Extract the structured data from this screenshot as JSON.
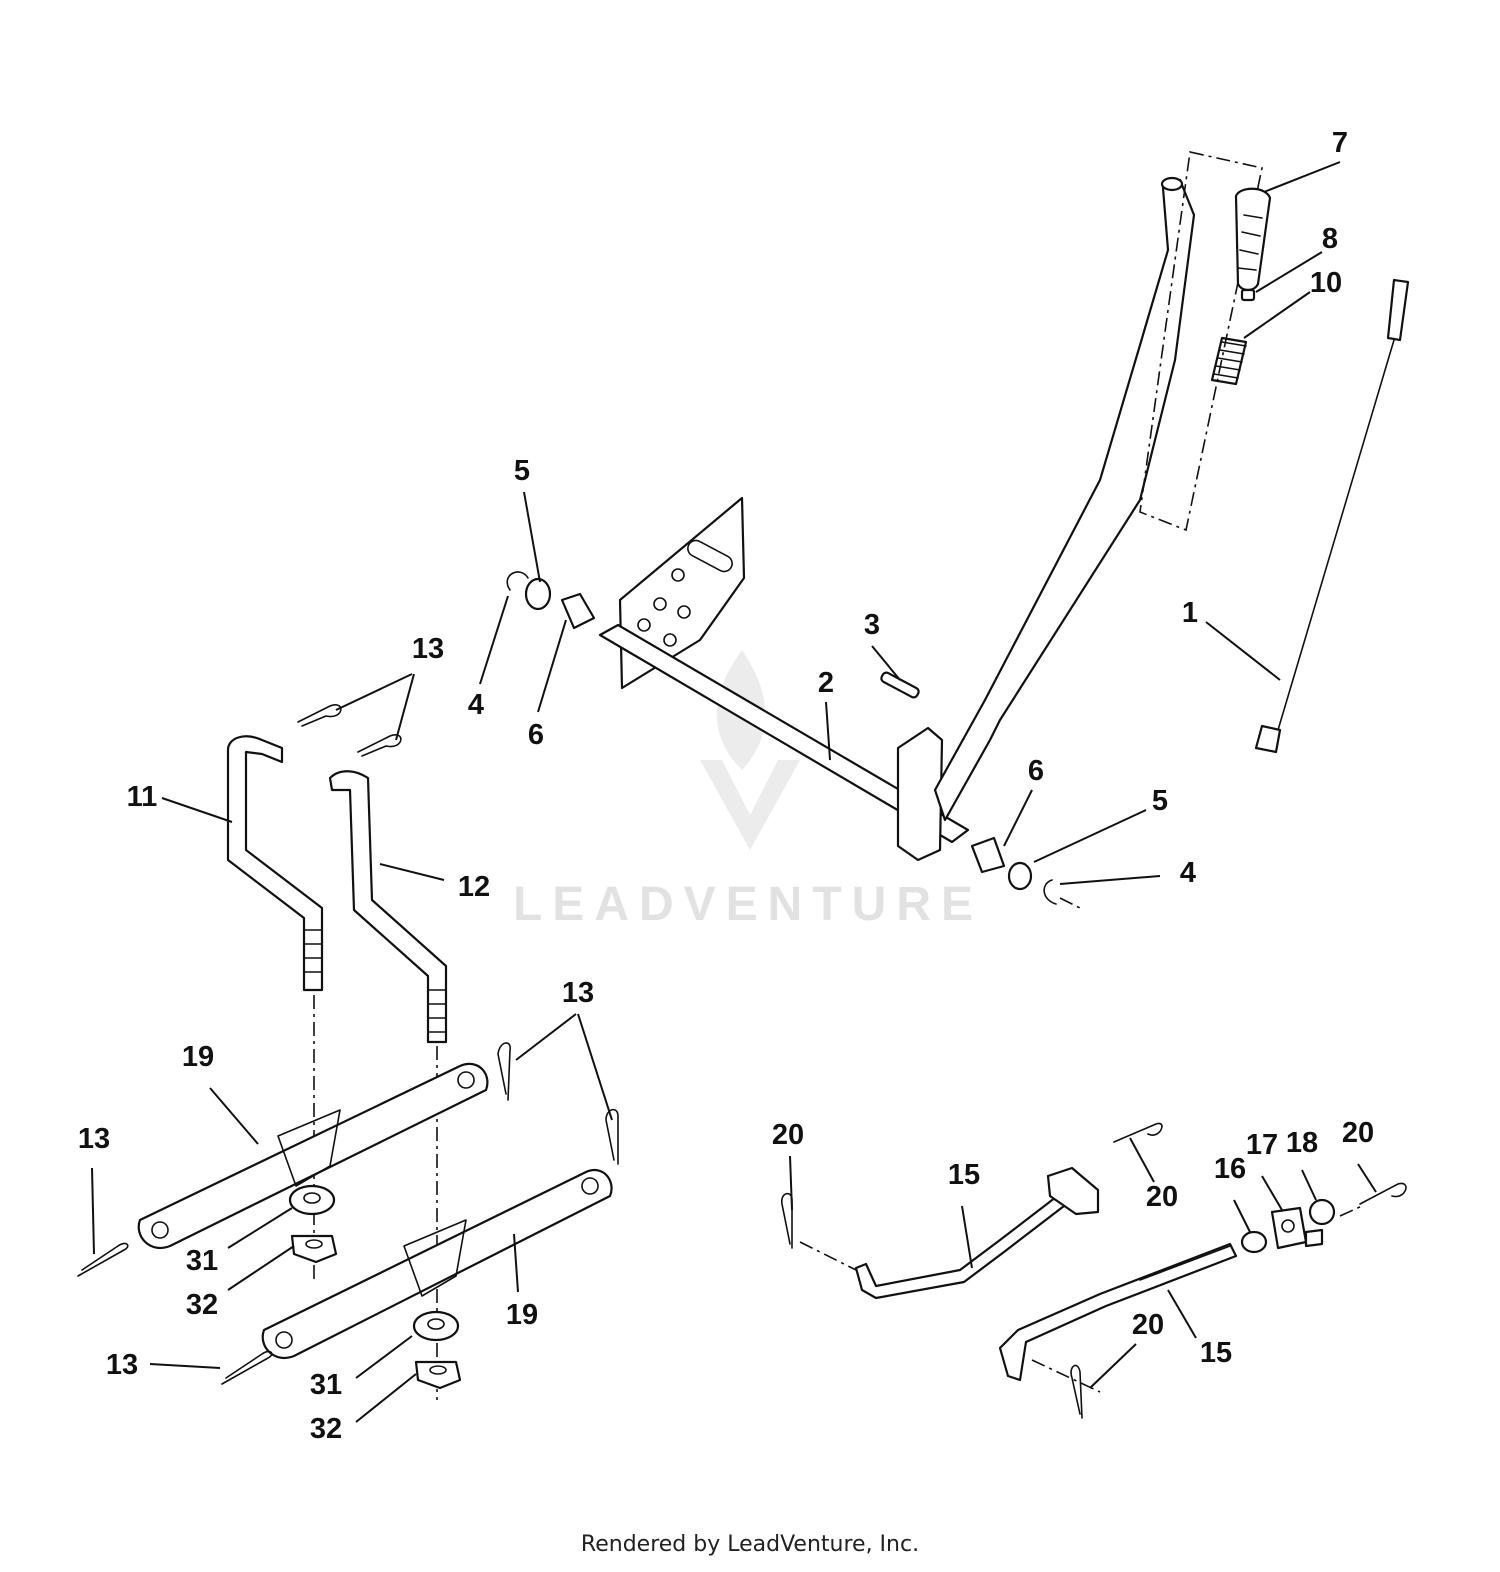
{
  "watermark": {
    "text": "LEADVENTURE",
    "logo_icon": "leadventure-flame-logo-icon"
  },
  "footer": {
    "rendered_by": "Rendered by LeadVenture, Inc."
  },
  "callouts": {
    "c1": "1",
    "c2": "2",
    "c3": "3",
    "c4a": "4",
    "c4b": "4",
    "c5a": "5",
    "c5b": "5",
    "c6a": "6",
    "c6b": "6",
    "c7": "7",
    "c8": "8",
    "c10": "10",
    "c11": "11",
    "c12": "12",
    "c13a": "13",
    "c13b": "13",
    "c13c": "13",
    "c13d": "13",
    "c15a": "15",
    "c15b": "15",
    "c16": "16",
    "c17": "17",
    "c18": "18",
    "c19a": "19",
    "c19b": "19",
    "c20a": "20",
    "c20b": "20",
    "c20c": "20",
    "c20d": "20",
    "c31a": "31",
    "c31b": "31",
    "c32a": "32",
    "c32b": "32"
  }
}
